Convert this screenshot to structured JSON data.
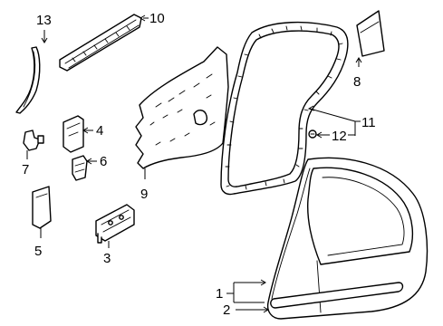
{
  "diagram": {
    "type": "parts-exploded-view",
    "callouts": [
      {
        "id": "1",
        "label": "1"
      },
      {
        "id": "2",
        "label": "2"
      },
      {
        "id": "3",
        "label": "3"
      },
      {
        "id": "4",
        "label": "4"
      },
      {
        "id": "5",
        "label": "5"
      },
      {
        "id": "6",
        "label": "6"
      },
      {
        "id": "7",
        "label": "7"
      },
      {
        "id": "8",
        "label": "8"
      },
      {
        "id": "9",
        "label": "9"
      },
      {
        "id": "10",
        "label": "10"
      },
      {
        "id": "11",
        "label": "11"
      },
      {
        "id": "12",
        "label": "12"
      },
      {
        "id": "13",
        "label": "13"
      }
    ]
  },
  "colors": {
    "line": "#000000",
    "background": "#ffffff"
  }
}
